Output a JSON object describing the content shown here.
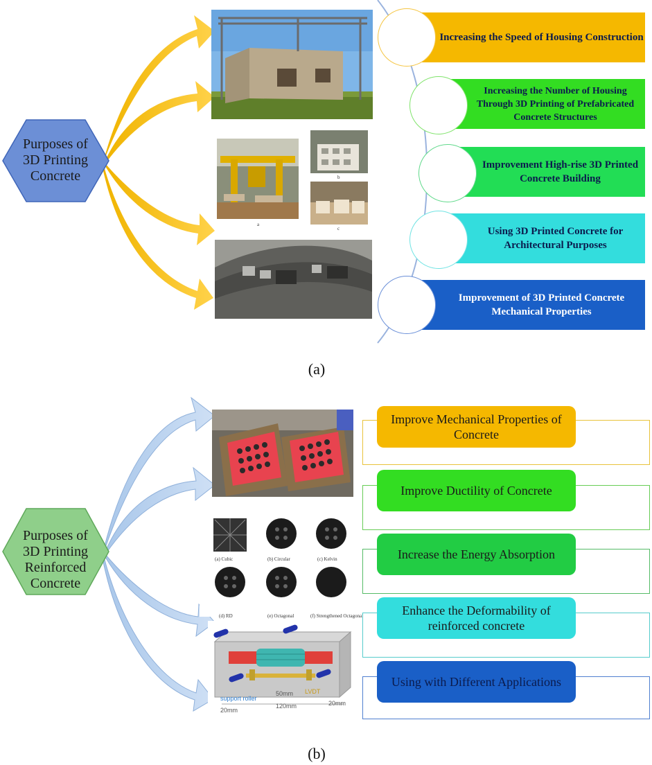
{
  "panel_a": {
    "caption": "(a)",
    "hub_label": "Purposes of 3D Printing Concrete",
    "items": [
      {
        "label": "Increasing the Speed of Housing Construction",
        "color": "#f5b800",
        "ring": "#f5c542"
      },
      {
        "label": "Increasing the Number of Housing Through 3D Printing of Prefabricated Concrete Structures",
        "color": "#33dd22",
        "ring": "#7fe36a"
      },
      {
        "label": "Improvement High-rise 3D Printed Concrete Building",
        "color": "#22dd55",
        "ring": "#5fd98a"
      },
      {
        "label": "Using 3D Printed Concrete for Architectural Purposes",
        "color": "#33dddd",
        "ring": "#6fe3e3"
      },
      {
        "label": "Improvement of 3D Printed Concrete Mechanical Properties",
        "color": "#1a5fc7",
        "ring": "#6a8fd8"
      }
    ]
  },
  "panel_b": {
    "caption": "(b)",
    "hub_label": "Purposes of 3D Printing Reinforced Concrete",
    "items": [
      {
        "label": "Improve Mechanical Properties of Concrete",
        "color": "#f5b800",
        "border": "#e8c23a"
      },
      {
        "label": "Improve Ductility of Concrete",
        "color": "#33dd22",
        "border": "#66cc55"
      },
      {
        "label": "Increase the Energy Absorption",
        "color": "#22cc44",
        "border": "#55bb66"
      },
      {
        "label": "Enhance the Deformability of reinforced concrete",
        "color": "#33dddd",
        "border": "#55cccc"
      },
      {
        "label": "Using with Different Applications",
        "color": "#1a5fc7",
        "border": "#4f7fd0"
      }
    ],
    "lattice_captions": [
      "(a) Cubic",
      "(b) Circular",
      "(c)     Kelvin",
      "(d) RD",
      "(e) Octagonal",
      "(f) Strengthened Octagonal"
    ],
    "setup_labels": {
      "roller": "support roller",
      "lvdt": "LVDT",
      "span_inner": "50mm",
      "span_total": "120mm",
      "left_end": "20mm",
      "right_end": "20mm"
    }
  }
}
